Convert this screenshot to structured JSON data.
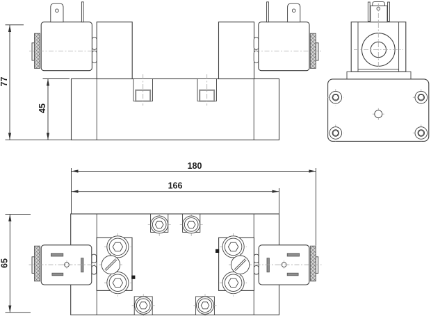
{
  "drawing": {
    "type": "technical-orthographic-drawing",
    "subject": "double-solenoid pneumatic valve",
    "views": {
      "front": "front-view",
      "side": "side-view",
      "top": "top-view"
    }
  },
  "dimensions": {
    "overall_height": "77",
    "body_height": "45",
    "overall_length": "180",
    "body_length": "166",
    "body_width": "65"
  },
  "colors": {
    "line": "#3f3f3f",
    "centerline": "#a8a8a8",
    "dim": "#2f2f2f",
    "text": "#1d1d1d",
    "background": "#ffffff"
  }
}
